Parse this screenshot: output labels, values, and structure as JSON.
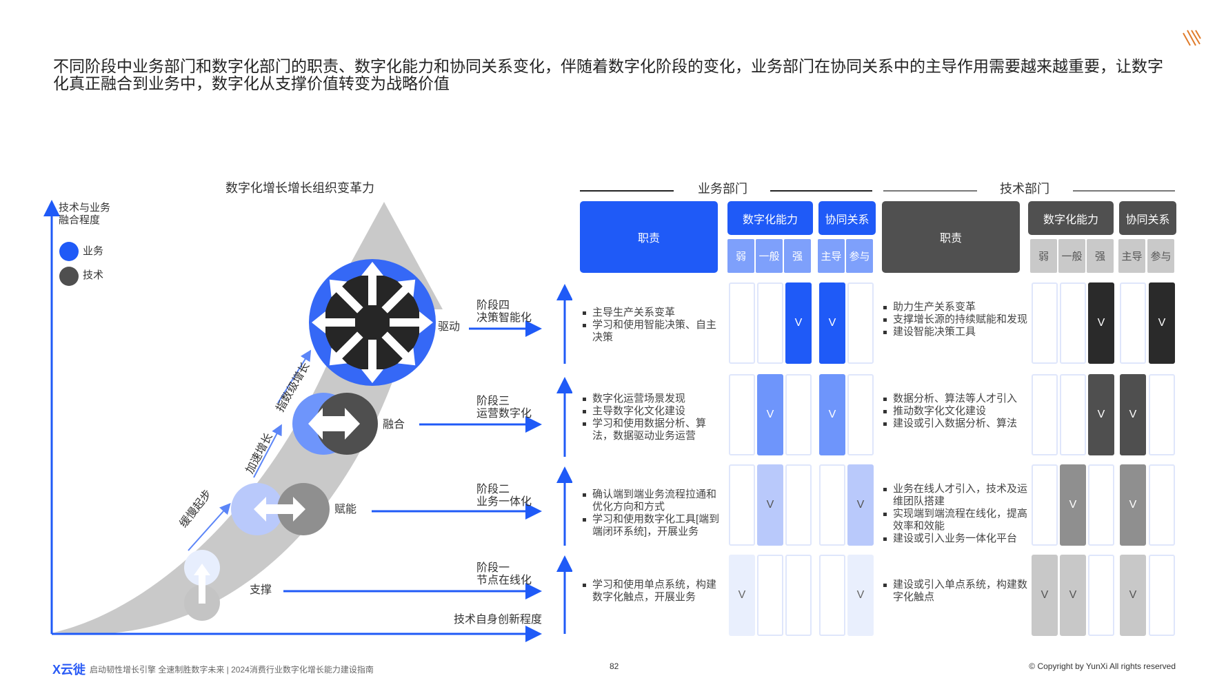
{
  "title": "不同阶段中业务部门和数字化部门的职责、数字化能力和协同关系变化，伴随着数字化阶段的变化，业务部门在协同关系中的主导作用需要越来越重要，让数字化真正融合到业务中，数字化从支撑价值转变为战略价值",
  "diagram": {
    "title": "数字化增长增长组织变革力",
    "y_axis_label_1": "技术与业务",
    "y_axis_label_2": "融合程度",
    "x_axis_label": "技术自身创新程度",
    "legend": [
      {
        "label": "业务",
        "color": "#1f5af7"
      },
      {
        "label": "技术",
        "color": "#4f4f4f"
      }
    ],
    "growth_labels": [
      "缓慢起步",
      "加速增长",
      "指数级增长"
    ],
    "modes": [
      "驱动",
      "融合",
      "赋能",
      "支撑"
    ],
    "stages": [
      {
        "line1": "阶段四",
        "line2": "决策智能化"
      },
      {
        "line1": "阶段三",
        "line2": "运营数字化"
      },
      {
        "line1": "阶段二",
        "line2": "业务一体化"
      },
      {
        "line1": "阶段一",
        "line2": "节点在线化"
      }
    ]
  },
  "table": {
    "business_dept": "业务部门",
    "tech_dept": "技术部门",
    "duty": "职责",
    "digital_capability": "数字化能力",
    "collaboration": "协同关系",
    "capability_levels": [
      "弱",
      "一般",
      "强"
    ],
    "collab_levels": [
      "主导",
      "参与"
    ],
    "mark": "V",
    "colors": {
      "biz_header": "#1f5af7",
      "biz_sub": "#7ea0fb",
      "tech_header": "#505050",
      "tech_sub": "#c9c9c9"
    },
    "rows": [
      {
        "biz_duties": [
          "主导生产关系变革",
          "学习和使用智能决策、自主决策"
        ],
        "biz_checked": [
          2,
          3
        ],
        "biz_fill": "#1f5af7",
        "biz_text": "#ffffff",
        "tech_duties": [
          "助力生产关系变革",
          "支撑增长源的持续赋能和发现",
          "建设智能决策工具"
        ],
        "tech_checked": [
          2,
          4
        ],
        "tech_fill": "#2a2a2a",
        "tech_text": "#ffffff"
      },
      {
        "biz_duties": [
          "数字化运营场景发现",
          "主导数字化文化建设",
          "学习和使用数据分析、算法，数据驱动业务运营"
        ],
        "biz_checked": [
          1,
          3
        ],
        "biz_fill": "#6e95fb",
        "biz_text": "#ffffff",
        "tech_duties": [
          "数据分析、算法等人才引入",
          "推动数字化文化建设",
          "建设或引入数据分析、算法"
        ],
        "tech_checked": [
          2,
          3
        ],
        "tech_fill": "#4f4f4f",
        "tech_text": "#ffffff"
      },
      {
        "biz_duties": [
          "确认端到端业务流程拉通和优化方向和方式",
          "学习和使用数字化工具[端到端闭环系统]，开展业务"
        ],
        "biz_checked": [
          1,
          4
        ],
        "biz_fill": "#b9c9fb",
        "biz_text": "#555555",
        "tech_duties": [
          "业务在线人才引入，技术及运维团队搭建",
          "实现端到端流程在线化，提高效率和效能",
          "建设或引入业务一体化平台"
        ],
        "tech_checked": [
          1,
          3
        ],
        "tech_fill": "#8f8f8f",
        "tech_text": "#ffffff"
      },
      {
        "biz_duties": [
          "学习和使用单点系统，构建数字化触点，开展业务"
        ],
        "biz_checked": [
          0,
          4
        ],
        "biz_fill": "#e9effd",
        "biz_text": "#666666",
        "tech_duties": [
          "建设或引入单点系统，构建数字化触点"
        ],
        "tech_checked": [
          0,
          1,
          3
        ],
        "tech_fill": "#c8c8c8",
        "tech_text": "#555555"
      }
    ]
  },
  "footer": {
    "logo": "X云徙",
    "slogan": "启动韧性增长引擎 全速制胜数字未来 | 2024消费行业数字化增长能力建设指南",
    "page": "82",
    "copyright": "© Copyright by YunXi All rights reserved"
  }
}
